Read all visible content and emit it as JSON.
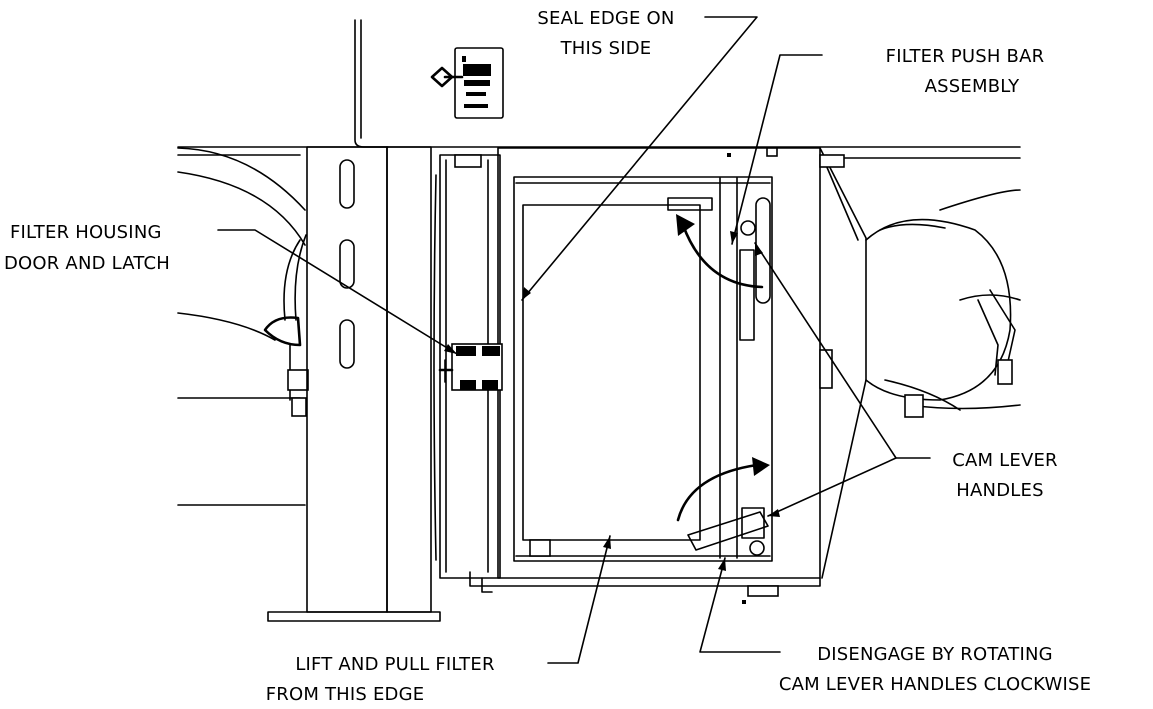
{
  "callouts": {
    "seal_edge": [
      "SEAL EDGE ON",
      "THIS SIDE"
    ],
    "filter_push_bar": [
      "FILTER PUSH BAR",
      "ASSEMBLY"
    ],
    "filter_housing_door": [
      "FILTER HOUSING",
      "DOOR AND LATCH"
    ],
    "cam_lever_handles": [
      "CAM LEVER",
      "HANDLES"
    ],
    "lift_pull_filter": [
      "LIFT AND PULL FILTER",
      "FROM THIS EDGE"
    ],
    "disengage": [
      "DISENGAGE BY ROTATING",
      "CAM LEVER HANDLES CLOCKWISE"
    ]
  },
  "colors": {
    "line": "#000000",
    "background": "#ffffff"
  }
}
